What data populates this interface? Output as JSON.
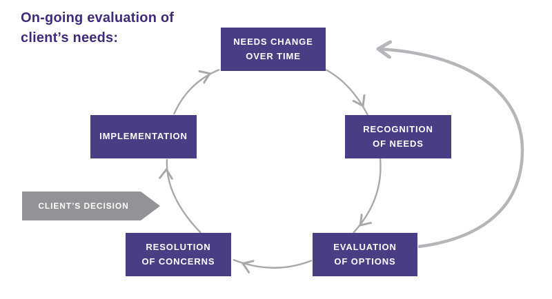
{
  "title": "On-going evaluation of\nclient’s needs:",
  "colors": {
    "node_purple": "#4b3d84",
    "title_purple": "#402b7a",
    "decision_gray": "#919396",
    "cycle_arrow_gray": "#a6a8ab",
    "feedback_arrow_gray": "#b4b6b9",
    "text_white": "#ffffff"
  },
  "cycle": {
    "nodes": [
      {
        "id": "needs-change",
        "label": "NEEDS CHANGE\nOVER TIME"
      },
      {
        "id": "recognition",
        "label": "RECOGNITION\nOF NEEDS"
      },
      {
        "id": "evaluation",
        "label": "EVALUATION\nOF OPTIONS"
      },
      {
        "id": "resolution",
        "label": "RESOLUTION\nOF CONCERNS"
      },
      {
        "id": "implementation",
        "label": "IMPLEMENTATION"
      }
    ]
  },
  "decision_arrow": {
    "label": "CLIENT’S DECISION"
  }
}
